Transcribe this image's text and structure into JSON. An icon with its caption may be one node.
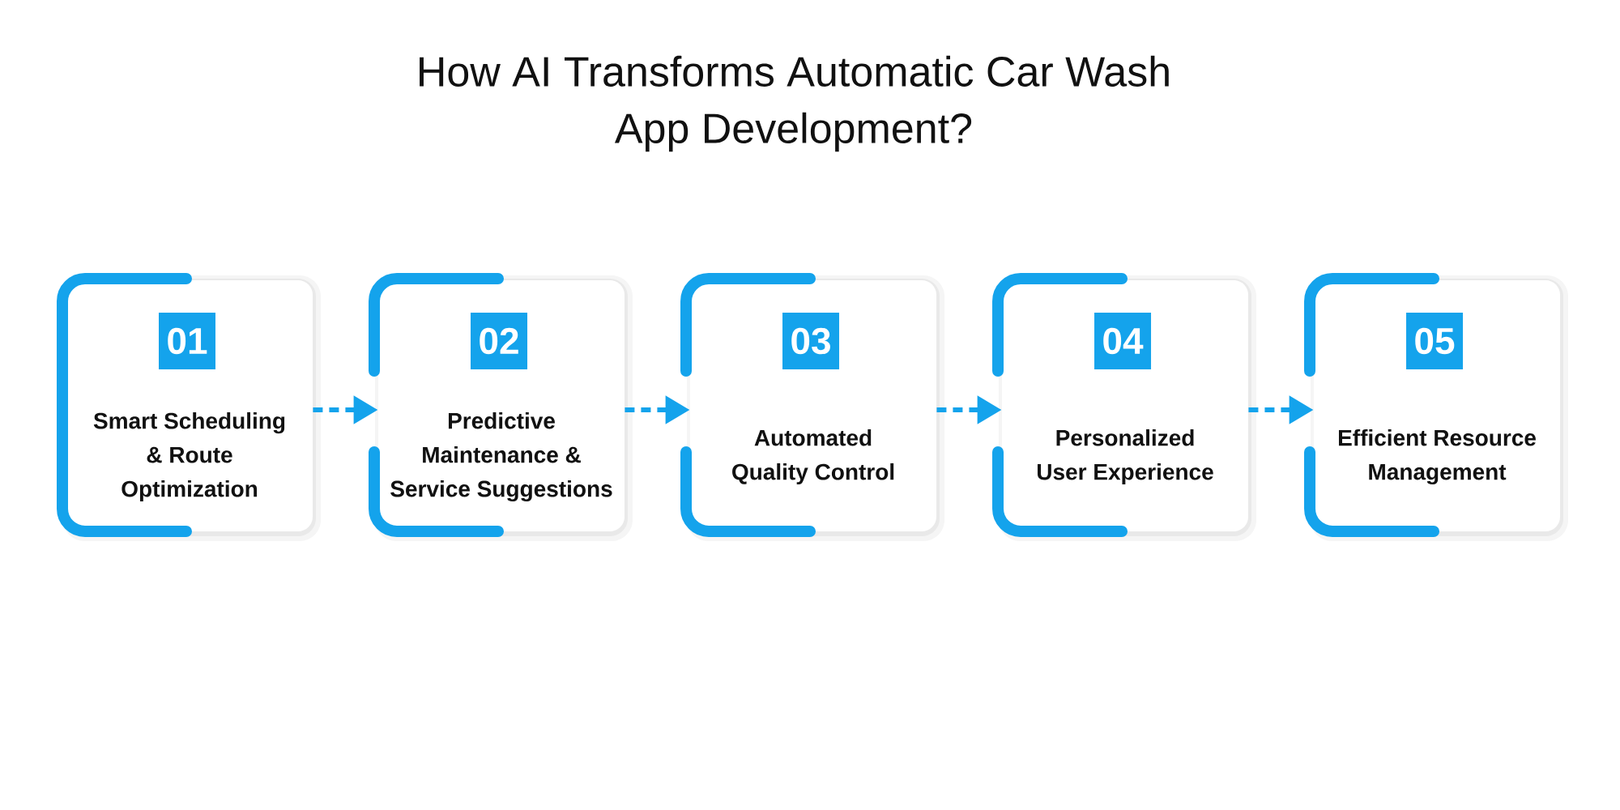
{
  "diagram": {
    "title": "How AI Transforms Automatic Car Wash App Development?",
    "nodes": [
      {
        "text": [
          "Smart Scheduling & Route Optimization"
        ]
      },
      {
        "text": [
          "01"
        ],
        "in": 0
      },
      {
        "text": [
          "Predictive Maintenance & Service Suggestions"
        ]
      },
      {
        "text": [
          "02"
        ],
        "in": 2
      },
      {
        "text": [
          "Automated Quality Control"
        ]
      },
      {
        "text": [
          "03"
        ],
        "in": 4
      },
      {
        "text": [
          "Personalized User Experience"
        ]
      },
      {
        "text": [
          "04"
        ],
        "in": 6
      },
      {
        "text": [
          "Efficient Resource Management"
        ]
      },
      {
        "text": [
          "05"
        ],
        "in": 8
      }
    ],
    "edges": [
      {
        "from": 0,
        "to": 2,
        "arrow": "to",
        "style": "dashed"
      },
      {
        "from": 2,
        "to": 4,
        "arrow": "to",
        "style": "dashed"
      },
      {
        "from": 4,
        "to": 6,
        "arrow": "to",
        "style": "dashed"
      },
      {
        "from": 6,
        "to": 8,
        "arrow": "to",
        "style": "dashed"
      }
    ]
  }
}
